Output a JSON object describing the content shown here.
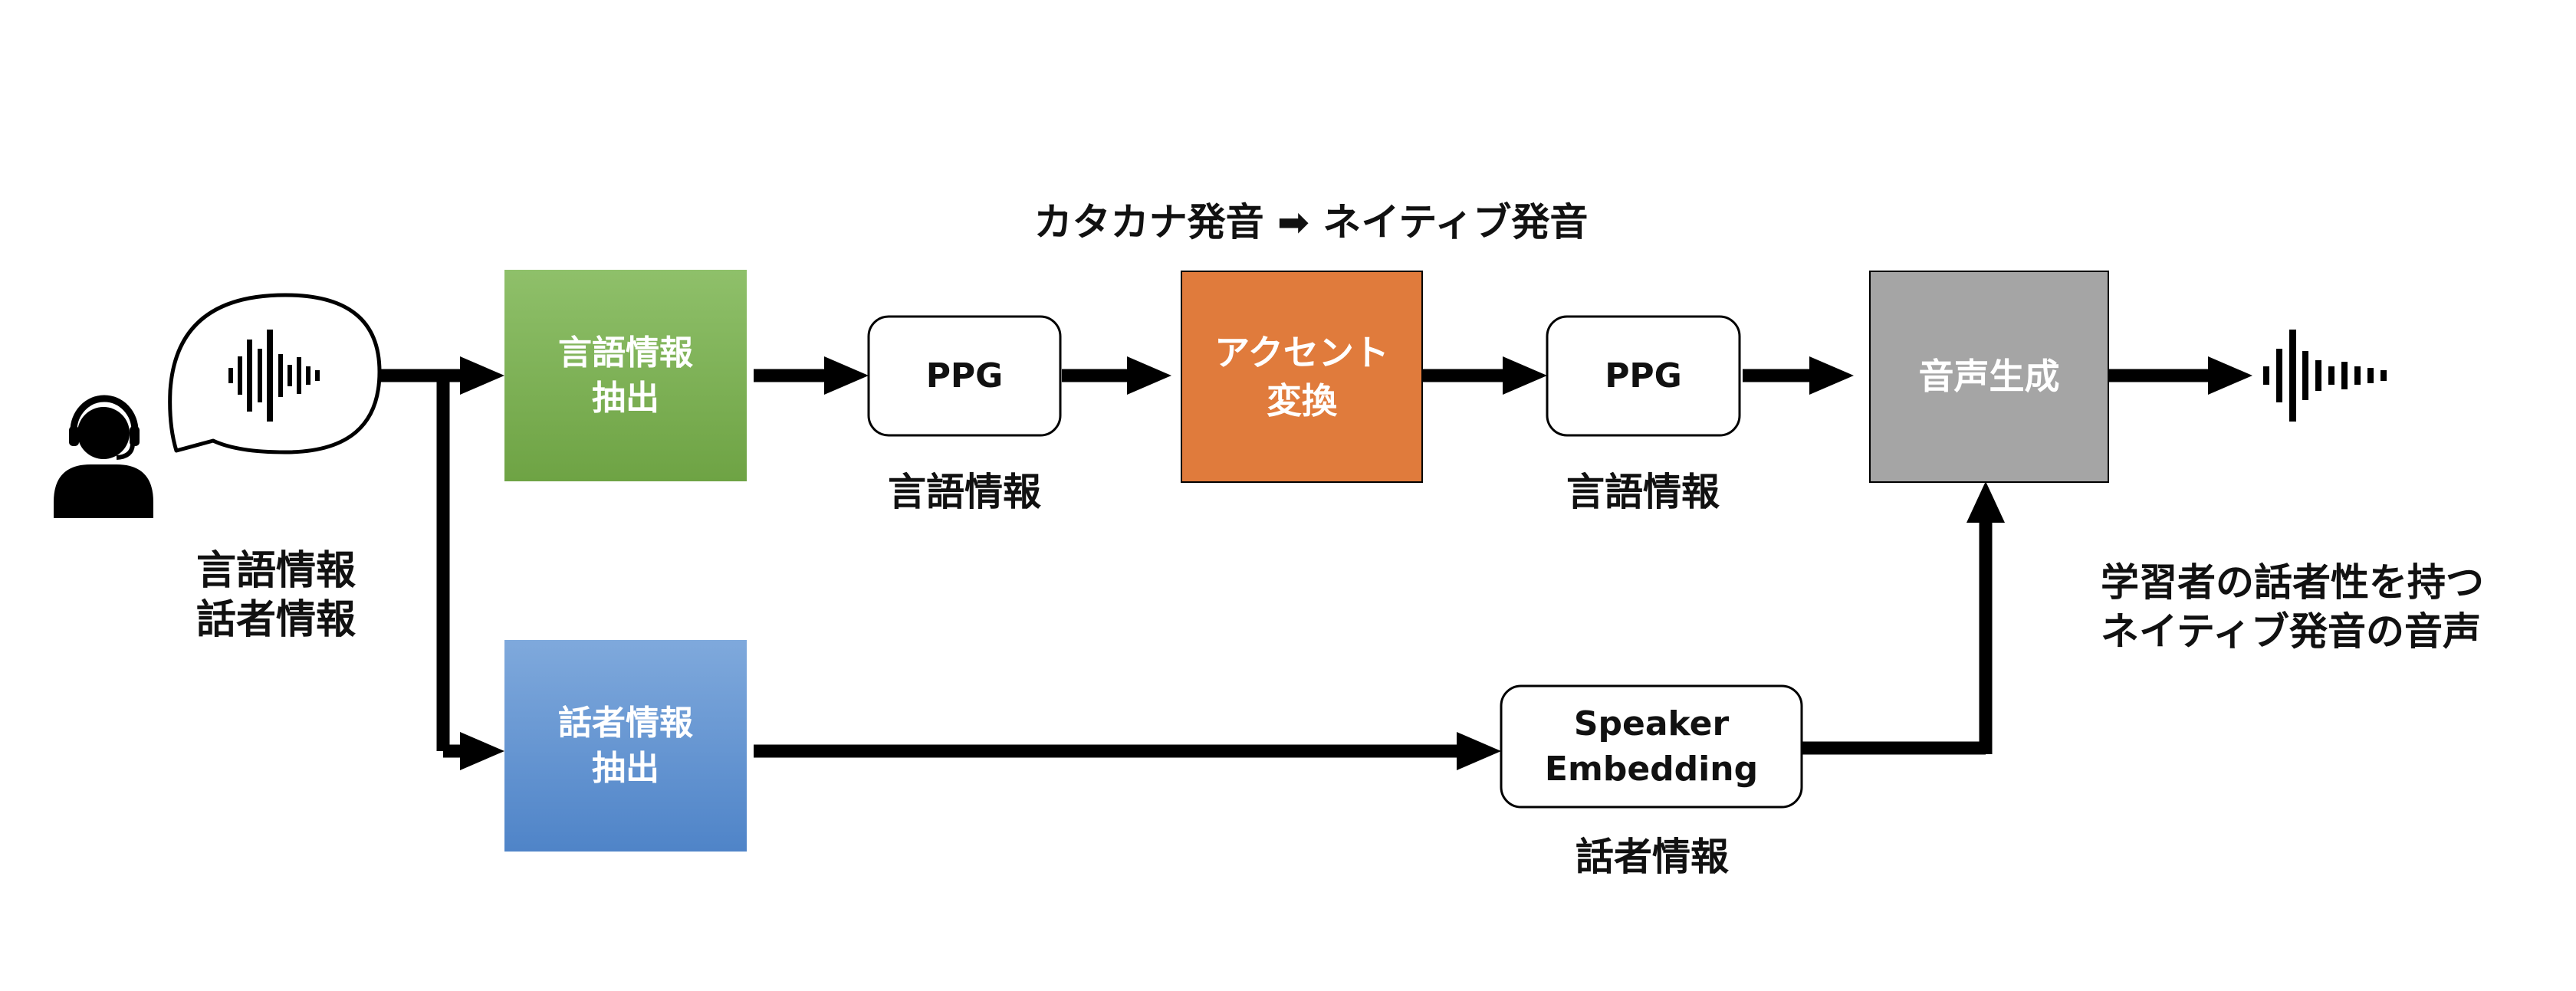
{
  "title": "カタカナ発音 ➡ ネイティブ発音",
  "input": {
    "speaker_icon": "headset-user-icon",
    "bubble_icon": "waveform-icon",
    "label_line1": "言語情報",
    "label_line2": "話者情報"
  },
  "boxes": {
    "linguistic_extract": "言語情報\n抽出",
    "ppg_1": "PPG",
    "accent_convert": "アクセント\n変換",
    "ppg_2": "PPG",
    "speech_gen": "音声生成",
    "speaker_extract": "話者情報\n抽出",
    "speaker_embedding": "Speaker\nEmbedding"
  },
  "captions": {
    "ppg_1": "言語情報",
    "ppg_2": "言語情報",
    "speaker_embedding": "話者情報"
  },
  "output": {
    "icon": "waveform-icon",
    "label_line1": "学習者の話者性を持つ",
    "label_line2": "ネイティブ発音の音声"
  },
  "colors": {
    "green": "#70AD47",
    "orange": "#E07B3C",
    "gray": "#A5A5A5",
    "blue": "#5B8FD0",
    "arrow": "#000000"
  }
}
